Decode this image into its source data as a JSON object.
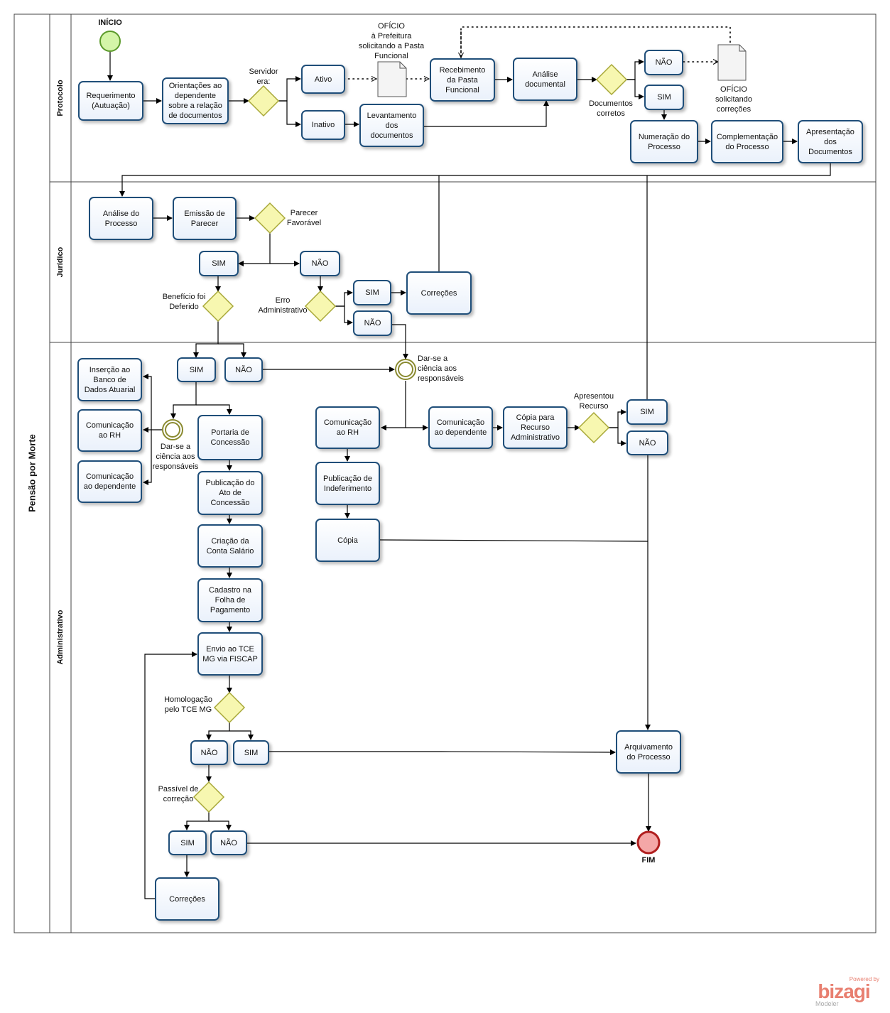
{
  "pool": {
    "title": "Pensão por Morte"
  },
  "lanes": [
    {
      "id": "protocolo",
      "title": "Protocolo"
    },
    {
      "id": "juridico",
      "title": "Jurídico"
    },
    {
      "id": "administrativo",
      "title": "Administrativo"
    }
  ],
  "events": {
    "start": "INÍCIO",
    "end": "FIM"
  },
  "tasks": {
    "requerimento": "Requerimento\n(Autuação)",
    "orientacoes": "Orientações ao\ndependente\nsobre a relação\nde documentos",
    "ativo": "Ativo",
    "inativo": "Inativo",
    "levantamento": "Levantamento\ndos\ndocumentos",
    "recebimento": "Recebimento\nda Pasta\nFuncional",
    "analise_documental": "Análise\ndocumental",
    "nao_docs": "NÃO",
    "sim_docs": "SIM",
    "numeracao": "Numeração do\nProcesso",
    "complementacao": "Complementação\ndo Processo",
    "apresentacao": "Apresentação\ndos\nDocumentos",
    "analise_processo": "Análise do\nProcesso",
    "emissao_parecer": "Emissão de\nParecer",
    "sim_parecer": "SIM",
    "nao_parecer": "NÃO",
    "sim_erro": "SIM",
    "nao_erro": "NÃO",
    "correcoes_juridico": "Correções",
    "sim_beneficio": "SIM",
    "nao_beneficio": "NÃO",
    "insercao": "Inserção ao\nBanco de\nDados Atuarial",
    "comunicacao_rh_1": "Comunicação\nao RH",
    "comunicacao_dep_1": "Comunicação\nao dependente",
    "portaria": "Portaria de\nConcessão",
    "publicacao_ato": "Publicação do\nAto de\nConcessão",
    "criacao_conta": "Criação da\nConta Salário",
    "cadastro_folha": "Cadastro na\nFolha de\nPagamento",
    "envio_tce": "Envio ao TCE\nMG via FISCAP",
    "nao_homolog": "NÃO",
    "sim_homolog": "SIM",
    "sim_passivel": "SIM",
    "nao_passivel": "NÃO",
    "correcoes_adm": "Correções",
    "comunicacao_rh_2": "Comunicação\nao RH",
    "publicacao_indef": "Publicação de\nIndeferimento",
    "copia": "Cópia",
    "comunicacao_dep_2": "Comunicação\nao dependente",
    "copia_recurso": "Cópia para\nRecurso\nAdministrativo",
    "sim_recurso": "SIM",
    "nao_recurso": "NÃO",
    "arquivamento": "Arquivamento\ndo Processo"
  },
  "labels": {
    "servidor_era": "Servidor\nera:",
    "oficio_prefeitura": "OFÍCIO\nà Prefeitura\nsolicitando a Pasta\nFuncional",
    "documentos_corretos": "Documentos\ncorretos",
    "oficio_correcoes": "OFÍCIO\nsolicitando\ncorreções",
    "parecer_favoravel": "Parecer\nFavorável",
    "erro_administrativo": "Erro\nAdministrativo",
    "beneficio_deferido": "Benefício foi\nDeferido",
    "dar_ciencia_1": "Dar-se a\nciência aos\nresponsáveis",
    "dar_ciencia_2": "Dar-se a\nciência aos\nresponsáveis",
    "apresentou_recurso": "Apresentou\nRecurso",
    "homologacao": "Homologação\npelo TCE MG",
    "passivel_correcao": "Passível de\ncorreção"
  },
  "branding": {
    "powered": "Powered by",
    "name": "bizagi",
    "product": "Modeler"
  },
  "colors": {
    "task_border": "#1f4e79",
    "gateway_fill": "#f7f7b0",
    "gateway_border": "#a8a838",
    "start_fill": "#d4f5a8",
    "start_border": "#5b9a2a",
    "end_fill": "#f4a7a7",
    "end_border": "#b01e1e",
    "intermediate_border": "#8a8a30",
    "brand": "#e87f70"
  }
}
